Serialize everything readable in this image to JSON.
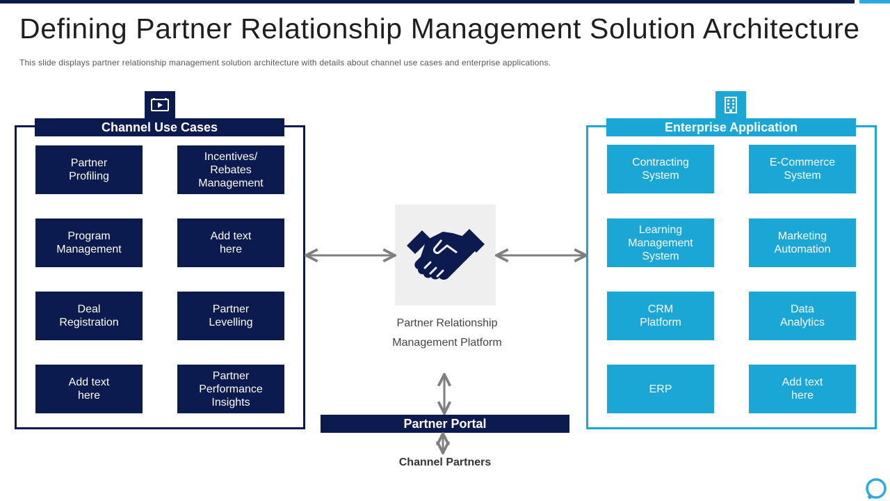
{
  "slide": {
    "title": "Defining Partner Relationship Management Solution Architecture",
    "subtitle": "This slide displays partner relationship management solution architecture with details about channel use cases and enterprise applications."
  },
  "left_panel": {
    "heading": "Channel Use Cases",
    "icon": "video-screen-icon",
    "items": [
      {
        "label": "Partner\nProfiling"
      },
      {
        "label": "Incentives/\nRebates\nManagement"
      },
      {
        "label": "Program\nManagement"
      },
      {
        "label": "Add text\nhere"
      },
      {
        "label": "Deal\nRegistration"
      },
      {
        "label": "Partner\nLevelling"
      },
      {
        "label": "Add text\nhere"
      },
      {
        "label": "Partner\nPerformance\nInsights"
      }
    ]
  },
  "right_panel": {
    "heading": "Enterprise Application",
    "icon": "office-building-icon",
    "items": [
      {
        "label": "Contracting\nSystem"
      },
      {
        "label": "E-Commerce\nSystem"
      },
      {
        "label": "Learning\nManagement\nSystem"
      },
      {
        "label": "Marketing\nAutomation"
      },
      {
        "label": "CRM\nPlatform"
      },
      {
        "label": "Data\nAnalytics"
      },
      {
        "label": "ERP"
      },
      {
        "label": "Add text\nhere"
      }
    ]
  },
  "center": {
    "icon": "handshake-icon",
    "label": "Partner Relationship\nManagement Platform"
  },
  "portal": {
    "label": "Partner Portal",
    "channel_partners": "Channel Partners"
  },
  "colors": {
    "navy": "#0b1a4f",
    "cyan": "#1aa7d6",
    "arrow_gray": "#7f7f7f"
  }
}
